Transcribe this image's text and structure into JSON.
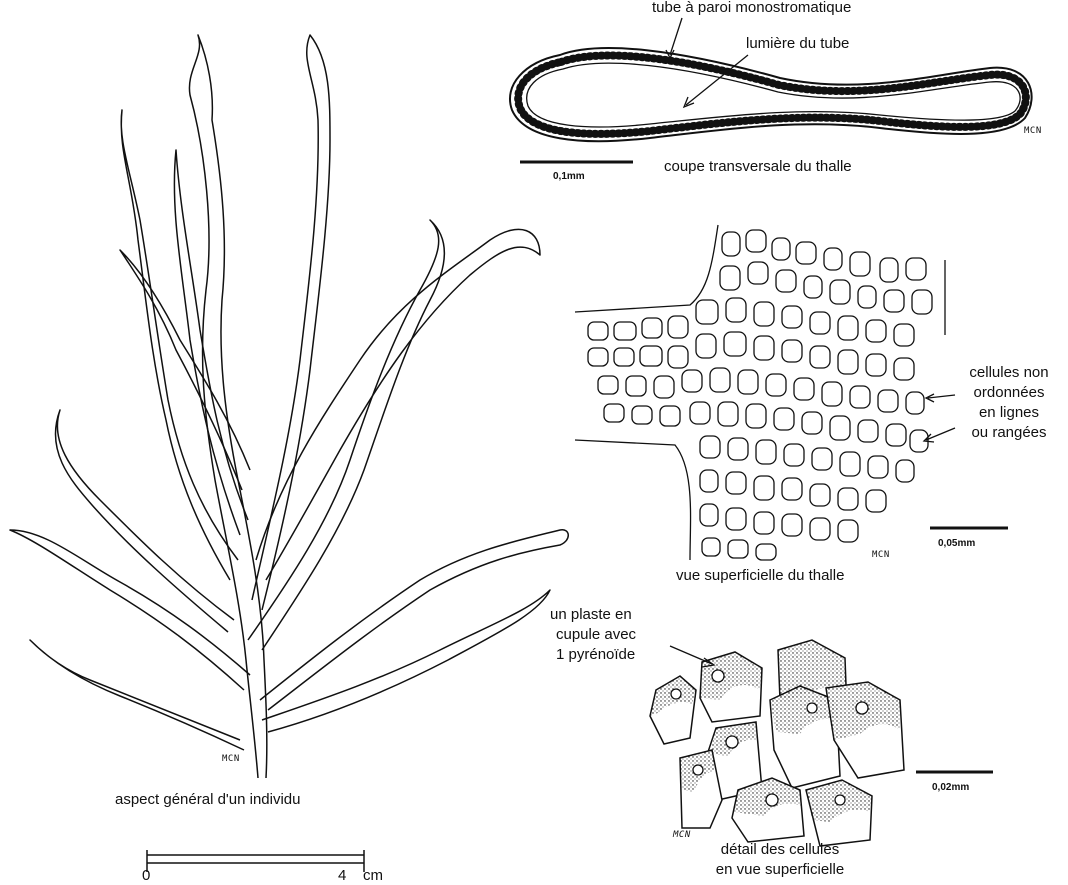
{
  "section_view": {
    "wall_label": "tube à paroi monostromatique",
    "lumen_label": "lumière du tube",
    "scale": "0,1mm",
    "caption": "coupe transversale du thalle",
    "initials": "MCN"
  },
  "habit": {
    "caption": "aspect général d'un individu",
    "initials": "MCN",
    "scale_start": "0",
    "scale_end": "4",
    "scale_unit": "cm"
  },
  "surface_view": {
    "cells_label_1": "cellules non",
    "cells_label_2": "ordonnées",
    "cells_label_3": "en lignes",
    "cells_label_4": "ou rangées",
    "scale": "0,05mm",
    "caption": "vue superficielle du thalle",
    "initials": "MCN"
  },
  "detail_view": {
    "plast_label_1": "un plaste en",
    "plast_label_2": "cupule avec",
    "plast_label_3": "1 pyrénoïde",
    "scale": "0,02mm",
    "caption_1": "détail des cellules",
    "caption_2": "en vue superficielle",
    "initials": "MCN"
  }
}
